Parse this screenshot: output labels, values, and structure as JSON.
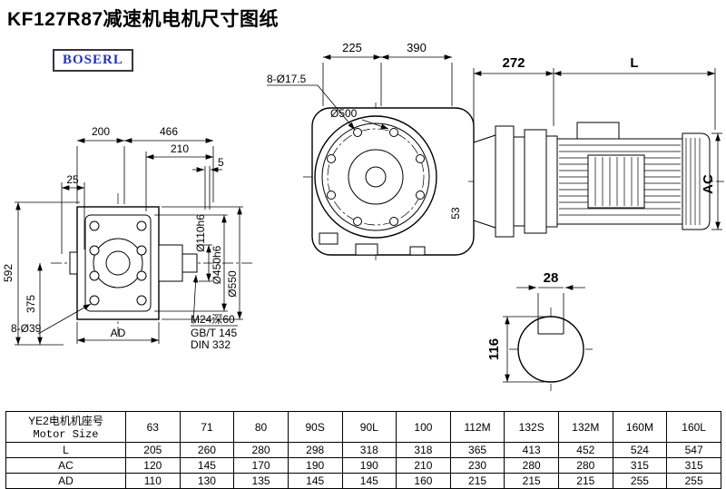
{
  "page": {
    "title": "KF127R87减速机电机尺寸图纸",
    "logo": "BOSERL"
  },
  "dims": {
    "front_200": "200",
    "front_466": "466",
    "front_210": "210",
    "front_5": "5",
    "front_25": "25",
    "front_592": "592",
    "front_375": "375",
    "front_holes": "8-Ø39",
    "front_ad": "AD",
    "front_m24": "M24深60",
    "front_gb": "GB/T 145",
    "front_din": "DIN 332",
    "front_d110": "Ø110h6",
    "front_d450": "Ø450h6",
    "front_d550": "Ø550",
    "side_225": "225",
    "side_390": "390",
    "side_holes": "8-Ø17.5",
    "side_d500": "Ø500",
    "side_53": "53",
    "motor_272": "272",
    "motor_l": "L",
    "motor_ac": "AC",
    "shaft_28": "28",
    "shaft_116": "116"
  },
  "table": {
    "header_line1": "YE2电机机座号",
    "header_line2": "Motor Size",
    "columns": [
      "63",
      "71",
      "80",
      "90S",
      "90L",
      "100",
      "112M",
      "132S",
      "132M",
      "160M",
      "160L"
    ],
    "rows": [
      {
        "label": "L",
        "values": [
          "205",
          "260",
          "280",
          "298",
          "318",
          "318",
          "365",
          "413",
          "452",
          "524",
          "547"
        ]
      },
      {
        "label": "AC",
        "values": [
          "120",
          "145",
          "170",
          "190",
          "190",
          "210",
          "230",
          "280",
          "280",
          "315",
          "315"
        ]
      },
      {
        "label": "AD",
        "values": [
          "110",
          "130",
          "135",
          "145",
          "145",
          "160",
          "215",
          "215",
          "215",
          "255",
          "255"
        ]
      }
    ]
  }
}
